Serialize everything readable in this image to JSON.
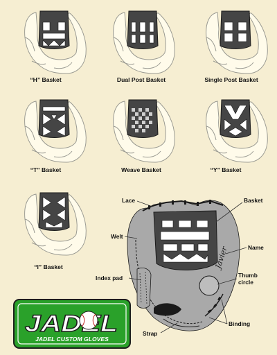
{
  "basket_types": {
    "h": "“H” Basket",
    "dual_post": "Dual Post Basket",
    "single_post": "Single Post Basket",
    "t": "“T” Basket",
    "weave": "Weave Basket",
    "y": "“Y” Basket",
    "i": "“I” Basket"
  },
  "glove_parts": {
    "lace": "Lace",
    "basket": "Basket",
    "welt": "Welt",
    "name": "Name",
    "index_pad": "Index pad",
    "thumb_circle_1": "Thumb",
    "thumb_circle_2": "circle",
    "binding": "Binding",
    "strap": "Strap",
    "signature": "Javier"
  },
  "logo": {
    "wordmark": "JADEL",
    "tagline": "JADEL CUSTOM GLOVES",
    "colors": {
      "green": "#2aa12a",
      "dark": "#1d1d1d",
      "white": "#ffffff"
    }
  },
  "colors": {
    "background": "#f6eed2",
    "glove": "#a9a9a9",
    "basket": "#454545"
  }
}
